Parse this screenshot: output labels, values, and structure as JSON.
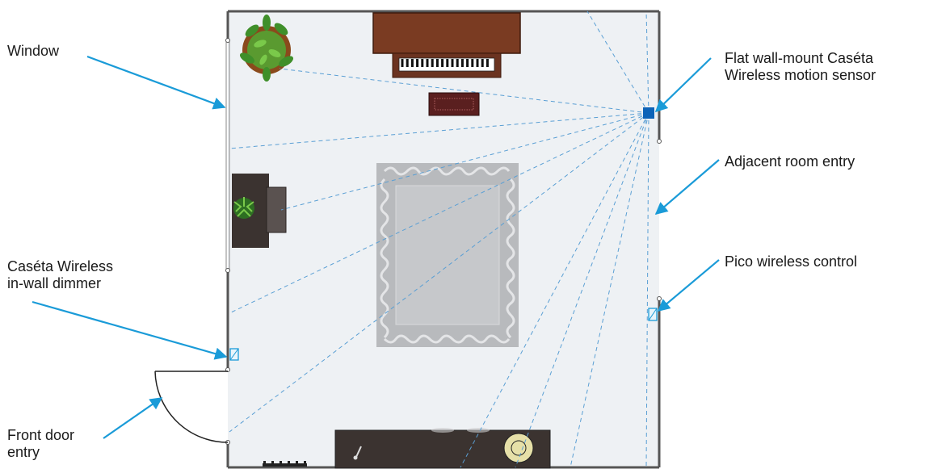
{
  "labels": {
    "window": "Window",
    "dimmer_line1": "Caséta Wireless",
    "dimmer_line2": "in-wall dimmer",
    "front_door_line1": "Front door",
    "front_door_line2": "entry",
    "motion_sensor_line1": "Flat wall-mount Caséta",
    "motion_sensor_line2": "Wireless motion sensor",
    "adjacent_room": "Adjacent room entry",
    "pico": "Pico wireless control"
  },
  "colors": {
    "arrow": "#1a9bd8",
    "sensor_rays": "#5a9fd4",
    "floor": "#eef1f4",
    "wall": "#555555",
    "rug": "#b8babd",
    "piano": "#7a3b22",
    "furniture_dark": "#3b3330",
    "sensor": "#0d63b8",
    "plant": "#3f8f2a"
  },
  "icons": [
    "motion-sensor-icon",
    "dimmer-icon",
    "pico-control-icon",
    "plant-icon",
    "lamp-icon"
  ]
}
